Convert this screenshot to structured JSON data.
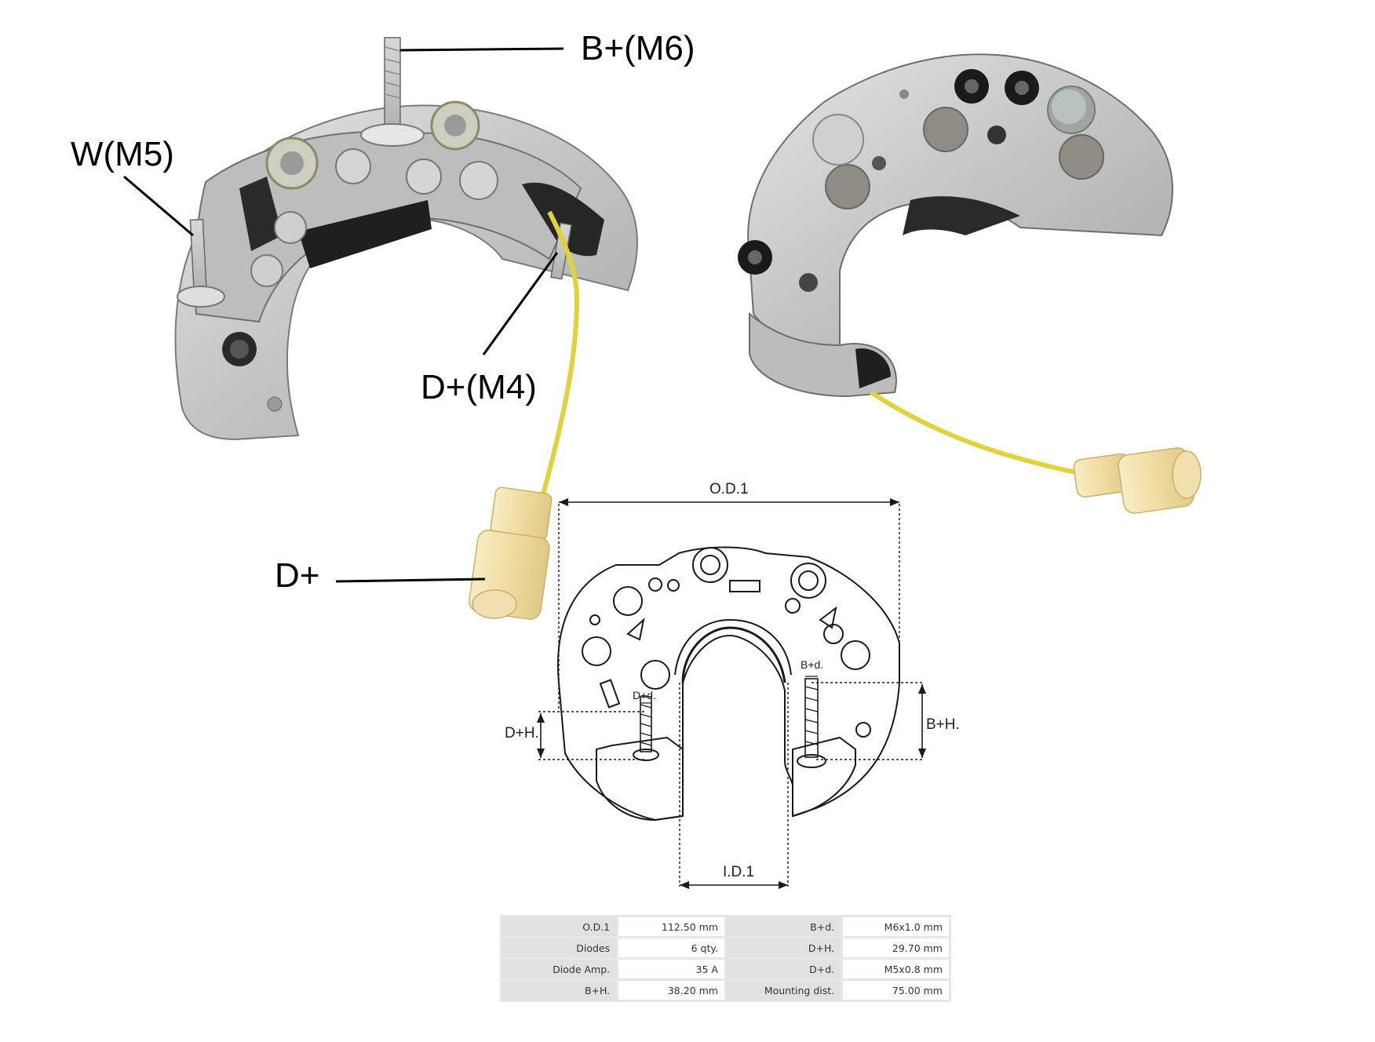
{
  "callouts": {
    "b_plus_m6": "B+(M6)",
    "w_m5": "W(M5)",
    "d_plus_m4": "D+(M4)",
    "d_plus": "D+"
  },
  "dimensions": {
    "od1": "O.D.1",
    "id1": "I.D.1",
    "b_plus_d": "B+d.",
    "d_plus_d": "D+d.",
    "b_plus_h": "B+H.",
    "d_plus_h": "D+H."
  },
  "specs": [
    {
      "k1": "O.D.1",
      "v1": "112.50 mm",
      "k2": "B+d.",
      "v2": "M6x1.0 mm"
    },
    {
      "k1": "Diodes",
      "v1": "6 qty.",
      "k2": "D+H.",
      "v2": "29.70 mm"
    },
    {
      "k1": "Diode Amp.",
      "v1": "35 A",
      "k2": "D+d.",
      "v2": "M5x0.8 mm"
    },
    {
      "k1": "B+H.",
      "v1": "38.20 mm",
      "k2": "Mounting dist.",
      "v2": "75.00 mm"
    }
  ]
}
